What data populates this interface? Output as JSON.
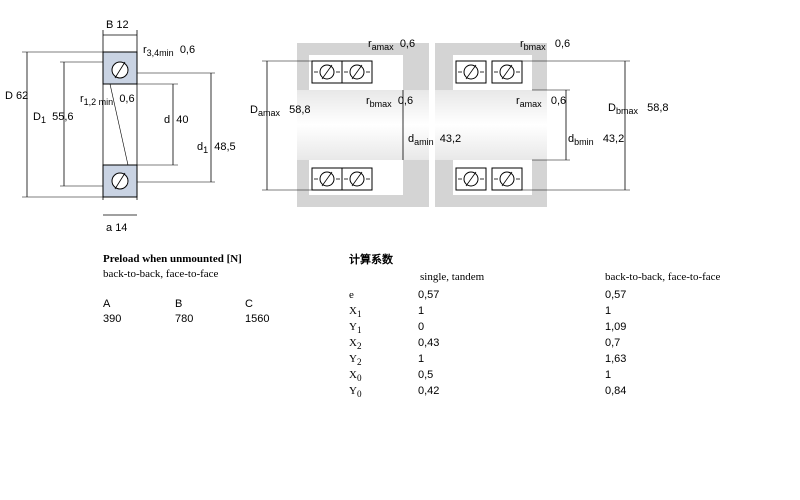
{
  "single_bearing": {
    "B": {
      "sym": "B",
      "val": "12"
    },
    "r34": {
      "sym": "r",
      "sub": "3,4min",
      "val": "0,6"
    },
    "D": {
      "sym": "D",
      "val": "62"
    },
    "D1": {
      "sym": "D",
      "sub": "1",
      "val": "55,6"
    },
    "r12": {
      "sym": "r",
      "sub": "1,2 min",
      "val": "0,6"
    },
    "d": {
      "sym": "d",
      "val": "40"
    },
    "d1": {
      "sym": "d",
      "sub": "1",
      "val": "48,5"
    },
    "a": {
      "sym": "a",
      "val": "14"
    }
  },
  "mounting": {
    "ramax_l": {
      "sym": "r",
      "sub": "amax",
      "val": "0,6"
    },
    "rbmax_tr": {
      "sym": "r",
      "sub": "bmax",
      "val": "0,6"
    },
    "Damax": {
      "sym": "D",
      "sub": "amax",
      "val": "58,8"
    },
    "rbmax_m": {
      "sym": "r",
      "sub": "bmax",
      "val": "0,6"
    },
    "ramax_m": {
      "sym": "r",
      "sub": "amax",
      "val": "0,6"
    },
    "Dbmax": {
      "sym": "D",
      "sub": "bmax",
      "val": "58,8"
    },
    "damin": {
      "sym": "d",
      "sub": "amin",
      "val": "43,2"
    },
    "dbmin": {
      "sym": "d",
      "sub": "bmin",
      "val": "43,2"
    }
  },
  "preload": {
    "title": "Preload when unmounted [N]",
    "subtitle": "back-to-back, face-to-face",
    "headers": [
      "A",
      "B",
      "C"
    ],
    "values": [
      "390",
      "780",
      "1560"
    ]
  },
  "factors": {
    "title": "计算系数",
    "col1": "single, tandem",
    "col2": "back-to-back, face-to-face",
    "rows": [
      {
        "sym": "e",
        "sub": "",
        "v1": "0,57",
        "v2": "0,57"
      },
      {
        "sym": "X",
        "sub": "1",
        "v1": "1",
        "v2": "1"
      },
      {
        "sym": "Y",
        "sub": "1",
        "v1": "0",
        "v2": "1,09"
      },
      {
        "sym": "X",
        "sub": "2",
        "v1": "0,43",
        "v2": "0,7"
      },
      {
        "sym": "Y",
        "sub": "2",
        "v1": "1",
        "v2": "1,63"
      },
      {
        "sym": "X",
        "sub": "0",
        "v1": "0,5",
        "v2": "1"
      },
      {
        "sym": "Y",
        "sub": "0",
        "v1": "0,42",
        "v2": "0,84"
      }
    ]
  },
  "colors": {
    "housing": "#d4d4d4",
    "shaft": "#e4e4e4",
    "ring": "#c9d3e3",
    "line": "#000000"
  }
}
